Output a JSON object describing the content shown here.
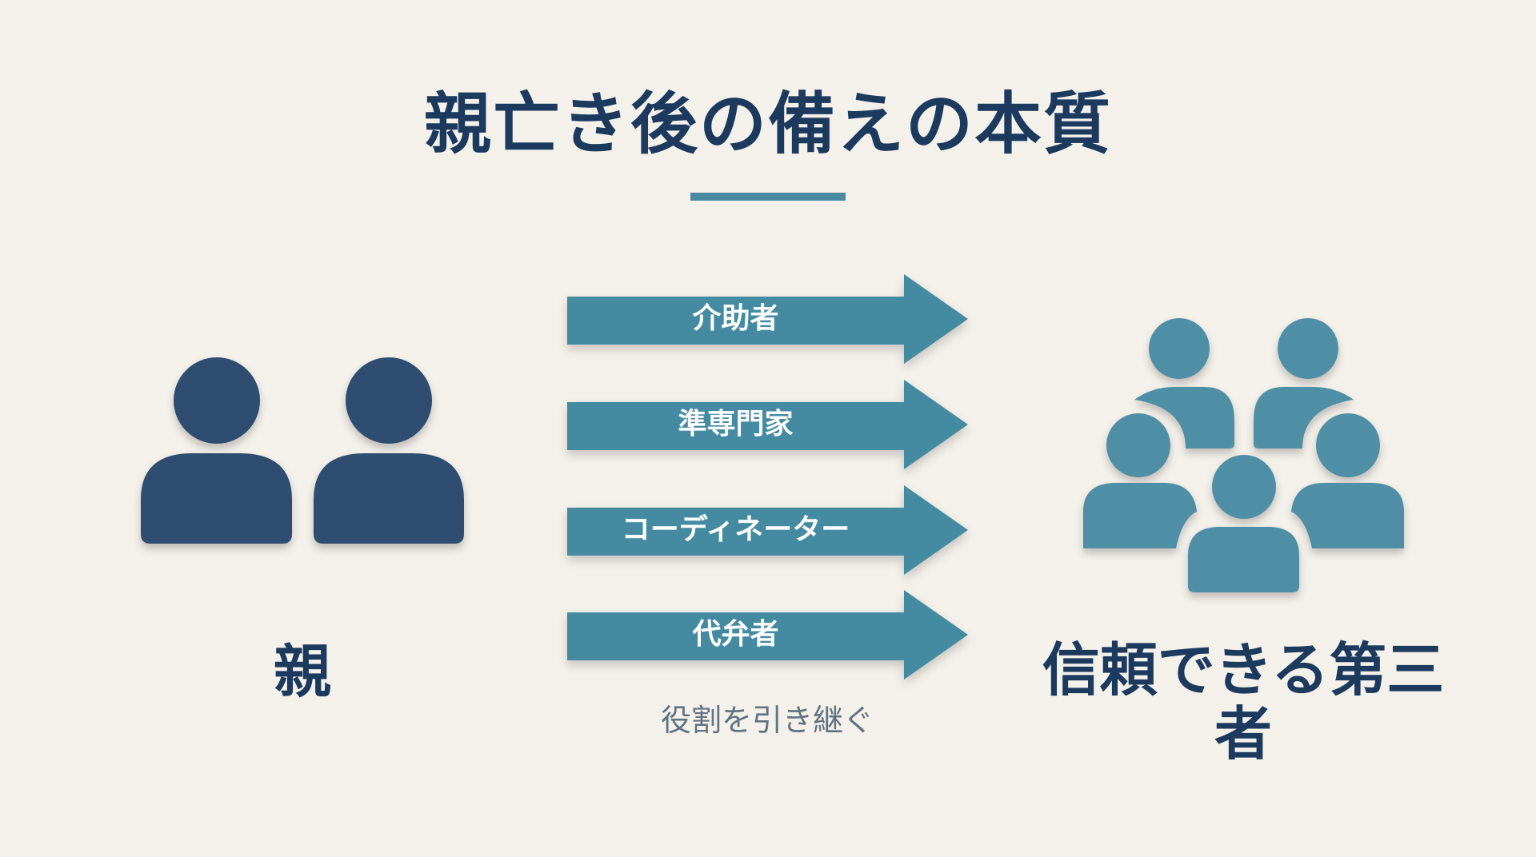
{
  "title": "親亡き後の備えの本質",
  "colors": {
    "background": "#f4f0ea",
    "title_text": "#1b3a5e",
    "underline": "#4a8aa0",
    "arrow_fill": "#448ba1",
    "parent_figure": "#2f4d70",
    "third_party_figure": "#508fa5",
    "caption_text": "#5f7382"
  },
  "left": {
    "icon": "two-person-icon",
    "label": "親"
  },
  "arrows": [
    {
      "label": "介助者"
    },
    {
      "label": "準専門家"
    },
    {
      "label": "コーディネーター"
    },
    {
      "label": "代弁者"
    }
  ],
  "caption": "役割を引き継ぐ",
  "right": {
    "icon": "group-of-five-people-icon",
    "label": "信頼できる第三者"
  }
}
